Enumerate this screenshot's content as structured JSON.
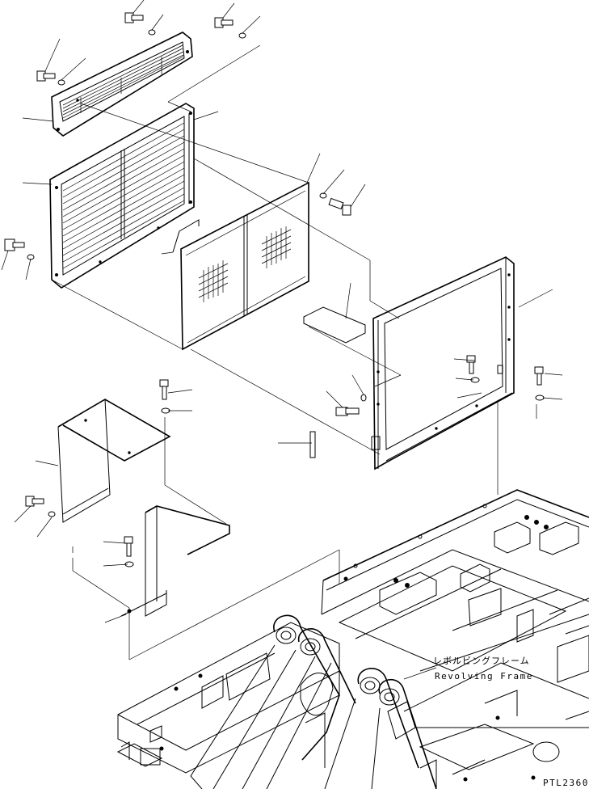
{
  "labels": {
    "frame_jp": "レボルビングフレーム",
    "frame_en": "Revolving Frame",
    "drawing_code": "PTL2360"
  }
}
